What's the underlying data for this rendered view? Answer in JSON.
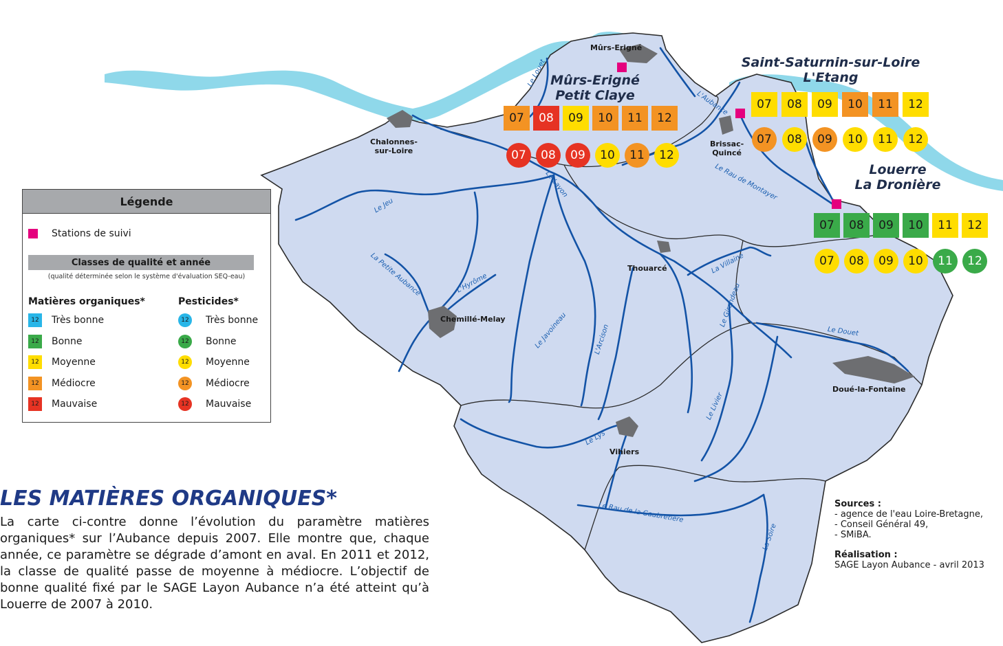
{
  "colors": {
    "tres_bonne": "#29b6e8",
    "bonne": "#3aaa49",
    "moyenne": "#ffdd00",
    "mediocre": "#f39323",
    "mauvaise": "#e63323",
    "station": "#e5007e",
    "basin": "#cfdaf0",
    "river": "#1353a6",
    "loire": "#8fd8ea"
  },
  "stations": [
    {
      "title_lines": [
        "Mûrs-Erigné",
        "Petit Claye"
      ],
      "matieres_organiques": [
        {
          "year": "07",
          "class": "mediocre"
        },
        {
          "year": "08",
          "class": "mauvaise"
        },
        {
          "year": "09",
          "class": "moyenne"
        },
        {
          "year": "10",
          "class": "mediocre"
        },
        {
          "year": "11",
          "class": "mediocre"
        },
        {
          "year": "12",
          "class": "mediocre"
        }
      ],
      "pesticides": [
        {
          "year": "07",
          "class": "mauvaise"
        },
        {
          "year": "08",
          "class": "mauvaise"
        },
        {
          "year": "09",
          "class": "mauvaise"
        },
        {
          "year": "10",
          "class": "moyenne"
        },
        {
          "year": "11",
          "class": "mediocre"
        },
        {
          "year": "12",
          "class": "moyenne"
        }
      ]
    },
    {
      "title_lines": [
        "Saint-Saturnin-sur-Loire",
        "L'Etang"
      ],
      "matieres_organiques": [
        {
          "year": "07",
          "class": "moyenne"
        },
        {
          "year": "08",
          "class": "moyenne"
        },
        {
          "year": "09",
          "class": "moyenne"
        },
        {
          "year": "10",
          "class": "mediocre"
        },
        {
          "year": "11",
          "class": "mediocre"
        },
        {
          "year": "12",
          "class": "moyenne"
        }
      ],
      "pesticides": [
        {
          "year": "07",
          "class": "mediocre"
        },
        {
          "year": "08",
          "class": "moyenne"
        },
        {
          "year": "09",
          "class": "mediocre"
        },
        {
          "year": "10",
          "class": "moyenne"
        },
        {
          "year": "11",
          "class": "moyenne"
        },
        {
          "year": "12",
          "class": "moyenne"
        }
      ]
    },
    {
      "title_lines": [
        "Louerre",
        "La Dronière"
      ],
      "matieres_organiques": [
        {
          "year": "07",
          "class": "bonne"
        },
        {
          "year": "08",
          "class": "bonne"
        },
        {
          "year": "09",
          "class": "bonne"
        },
        {
          "year": "10",
          "class": "bonne"
        },
        {
          "year": "11",
          "class": "moyenne"
        },
        {
          "year": "12",
          "class": "moyenne"
        }
      ],
      "pesticides": [
        {
          "year": "07",
          "class": "moyenne"
        },
        {
          "year": "08",
          "class": "moyenne"
        },
        {
          "year": "09",
          "class": "moyenne"
        },
        {
          "year": "10",
          "class": "moyenne"
        },
        {
          "year": "11",
          "class": "bonne"
        },
        {
          "year": "12",
          "class": "bonne"
        }
      ]
    }
  ],
  "places": {
    "murs_erigne": "Mûrs-Erigné",
    "chalonnes": [
      "Chalonnes-",
      "sur-Loire"
    ],
    "brissac": [
      "Brissac-",
      "Quincé"
    ],
    "thouarce": "Thouarcé",
    "chemille": "Chemillé-Melay",
    "doue": "Doué-la-Fontaine",
    "vihiers": "Vihiers"
  },
  "rivers": {
    "louet": "Le Louet",
    "aubance": "L'Aubance",
    "montayer": "Le Rau de Montayer",
    "layon": "Le Layon",
    "jeu": "Le Jeu",
    "petite_aubance": "La Petite Aubance",
    "hyrome": "L'Hyrôme",
    "javoineau": "Le Javoineau",
    "arcison": "L'Arcison",
    "villaine": "La Villaine",
    "girondeau": "Le Girondeau",
    "douet": "Le Douet",
    "lys": "Le Lys",
    "livier": "Le Livier",
    "gaubretiere": "Le Rau de la Gaubretière",
    "soire": "La Soire"
  },
  "legend": {
    "title": "Légende",
    "stations_label": "Stations de suivi",
    "classes_title": "Classes de qualité et année",
    "note": "(qualité déterminée selon le système d'évaluation SEQ-eau)",
    "col_mo": "Matières organiques*",
    "col_pest": "Pesticides*",
    "sample_year": "12",
    "classes": [
      {
        "key": "tres_bonne",
        "label": "Très bonne"
      },
      {
        "key": "bonne",
        "label": "Bonne"
      },
      {
        "key": "moyenne",
        "label": "Moyenne"
      },
      {
        "key": "mediocre",
        "label": "Médiocre"
      },
      {
        "key": "mauvaise",
        "label": "Mauvaise"
      }
    ]
  },
  "section": {
    "title": "LES MATIÈRES ORGANIQUES*",
    "text": "La carte ci-contre donne l’évolution du paramètre matières organiques* sur l’Aubance depuis 2007. Elle montre que, chaque année, ce paramètre se dégrade d’amont en aval. En 2011 et 2012, la classe de qualité passe de moyenne à médiocre. L’objectif de bonne qualité fixé par le SAGE Layon Aubance n’a été atteint qu’à Louerre de 2007 à 2010."
  },
  "sources": {
    "title": "Sources :",
    "lines": [
      "- agence de l'eau Loire-Bretagne,",
      "- Conseil Général 49,",
      "- SMiBA."
    ],
    "realisation_title": "Réalisation :",
    "realisation": "SAGE Layon Aubance - avril 2013"
  }
}
